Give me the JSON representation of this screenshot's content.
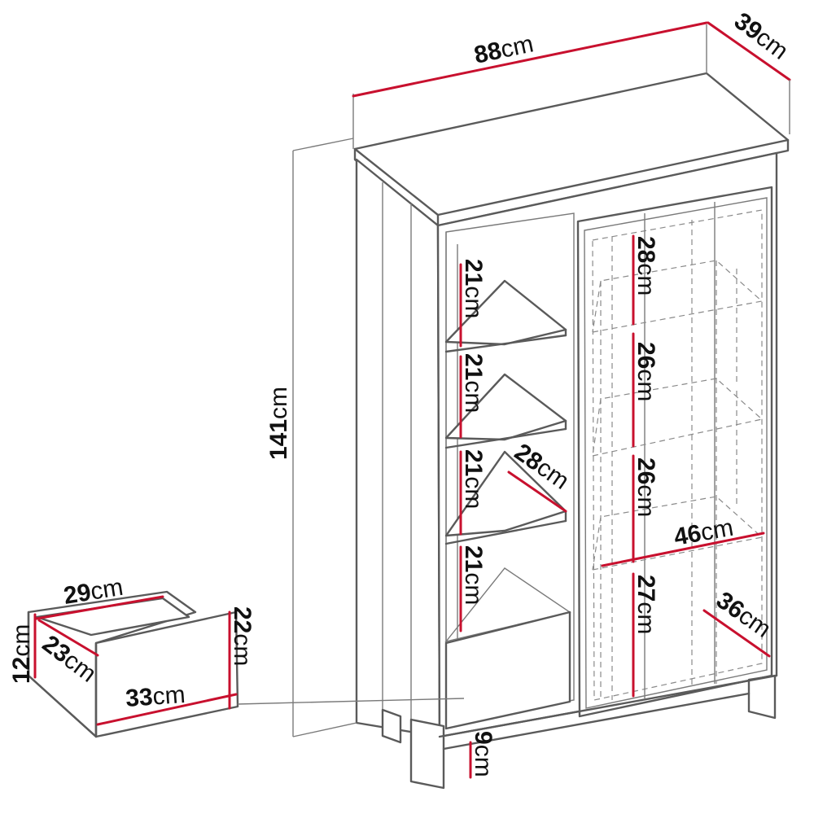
{
  "colors": {
    "outline": "#5a5a5a",
    "dimension_line": "#c8102e",
    "text": "#111111",
    "background": "#ffffff"
  },
  "dimensions": {
    "overall_width": {
      "value": "88",
      "unit": "cm"
    },
    "overall_depth": {
      "value": "39",
      "unit": "cm"
    },
    "overall_height": {
      "value": "141",
      "unit": "cm"
    },
    "left_shelf_1": {
      "value": "21",
      "unit": "cm"
    },
    "left_shelf_2": {
      "value": "21",
      "unit": "cm"
    },
    "left_shelf_3": {
      "value": "21",
      "unit": "cm"
    },
    "left_shelf_4": {
      "value": "21",
      "unit": "cm"
    },
    "left_shelf_depth": {
      "value": "28",
      "unit": "cm"
    },
    "right_shelf_1": {
      "value": "28",
      "unit": "cm"
    },
    "right_shelf_2": {
      "value": "26",
      "unit": "cm"
    },
    "right_shelf_3": {
      "value": "26",
      "unit": "cm"
    },
    "right_shelf_4": {
      "value": "27",
      "unit": "cm"
    },
    "right_inner_width": {
      "value": "46",
      "unit": "cm"
    },
    "right_shelf_depth": {
      "value": "36",
      "unit": "cm"
    },
    "leg_height": {
      "value": "9",
      "unit": "cm"
    },
    "drawer_inner_width": {
      "value": "29",
      "unit": "cm"
    },
    "drawer_front_height": {
      "value": "12",
      "unit": "cm"
    },
    "drawer_inner_depth": {
      "value": "23",
      "unit": "cm"
    },
    "drawer_front_width": {
      "value": "33",
      "unit": "cm"
    },
    "drawer_side_height": {
      "value": "22",
      "unit": "cm"
    }
  }
}
